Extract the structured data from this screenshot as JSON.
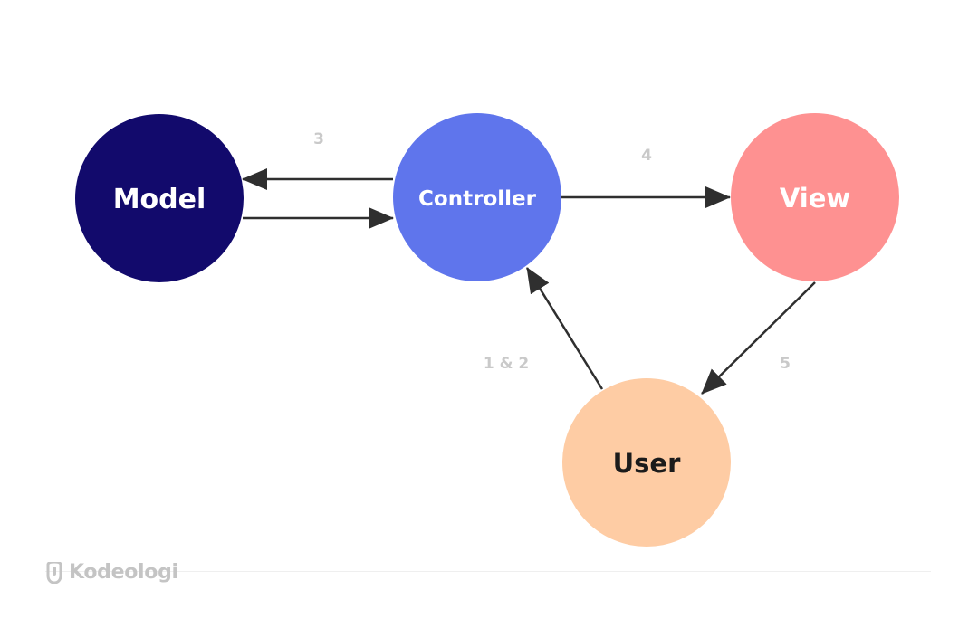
{
  "nodes": [
    {
      "id": "model",
      "label": "Model",
      "color": "#120a6c",
      "text_color": "#ffffff"
    },
    {
      "id": "controller",
      "label": "Controller",
      "color": "#5f75ec",
      "text_color": "#ffffff"
    },
    {
      "id": "view",
      "label": "View",
      "color": "#fe9191",
      "text_color": "#ffffff"
    },
    {
      "id": "user",
      "label": "User",
      "color": "#fecca4",
      "text_color": "#1b1b1b"
    }
  ],
  "edges": [
    {
      "id": "controller-to-model",
      "from": "controller",
      "to": "model",
      "label": "3"
    },
    {
      "id": "model-to-controller",
      "from": "model",
      "to": "controller",
      "label": ""
    },
    {
      "id": "controller-to-view",
      "from": "controller",
      "to": "view",
      "label": "4"
    },
    {
      "id": "view-to-user",
      "from": "view",
      "to": "user",
      "label": "5"
    },
    {
      "id": "user-to-controller",
      "from": "user",
      "to": "controller",
      "label": "1 & 2"
    }
  ],
  "colors": {
    "arrow": "#2f2f2f",
    "step_label": "#c9c9c9"
  },
  "brand": {
    "name": "Kodeologi",
    "icon": "kodeologi-logo-icon"
  }
}
